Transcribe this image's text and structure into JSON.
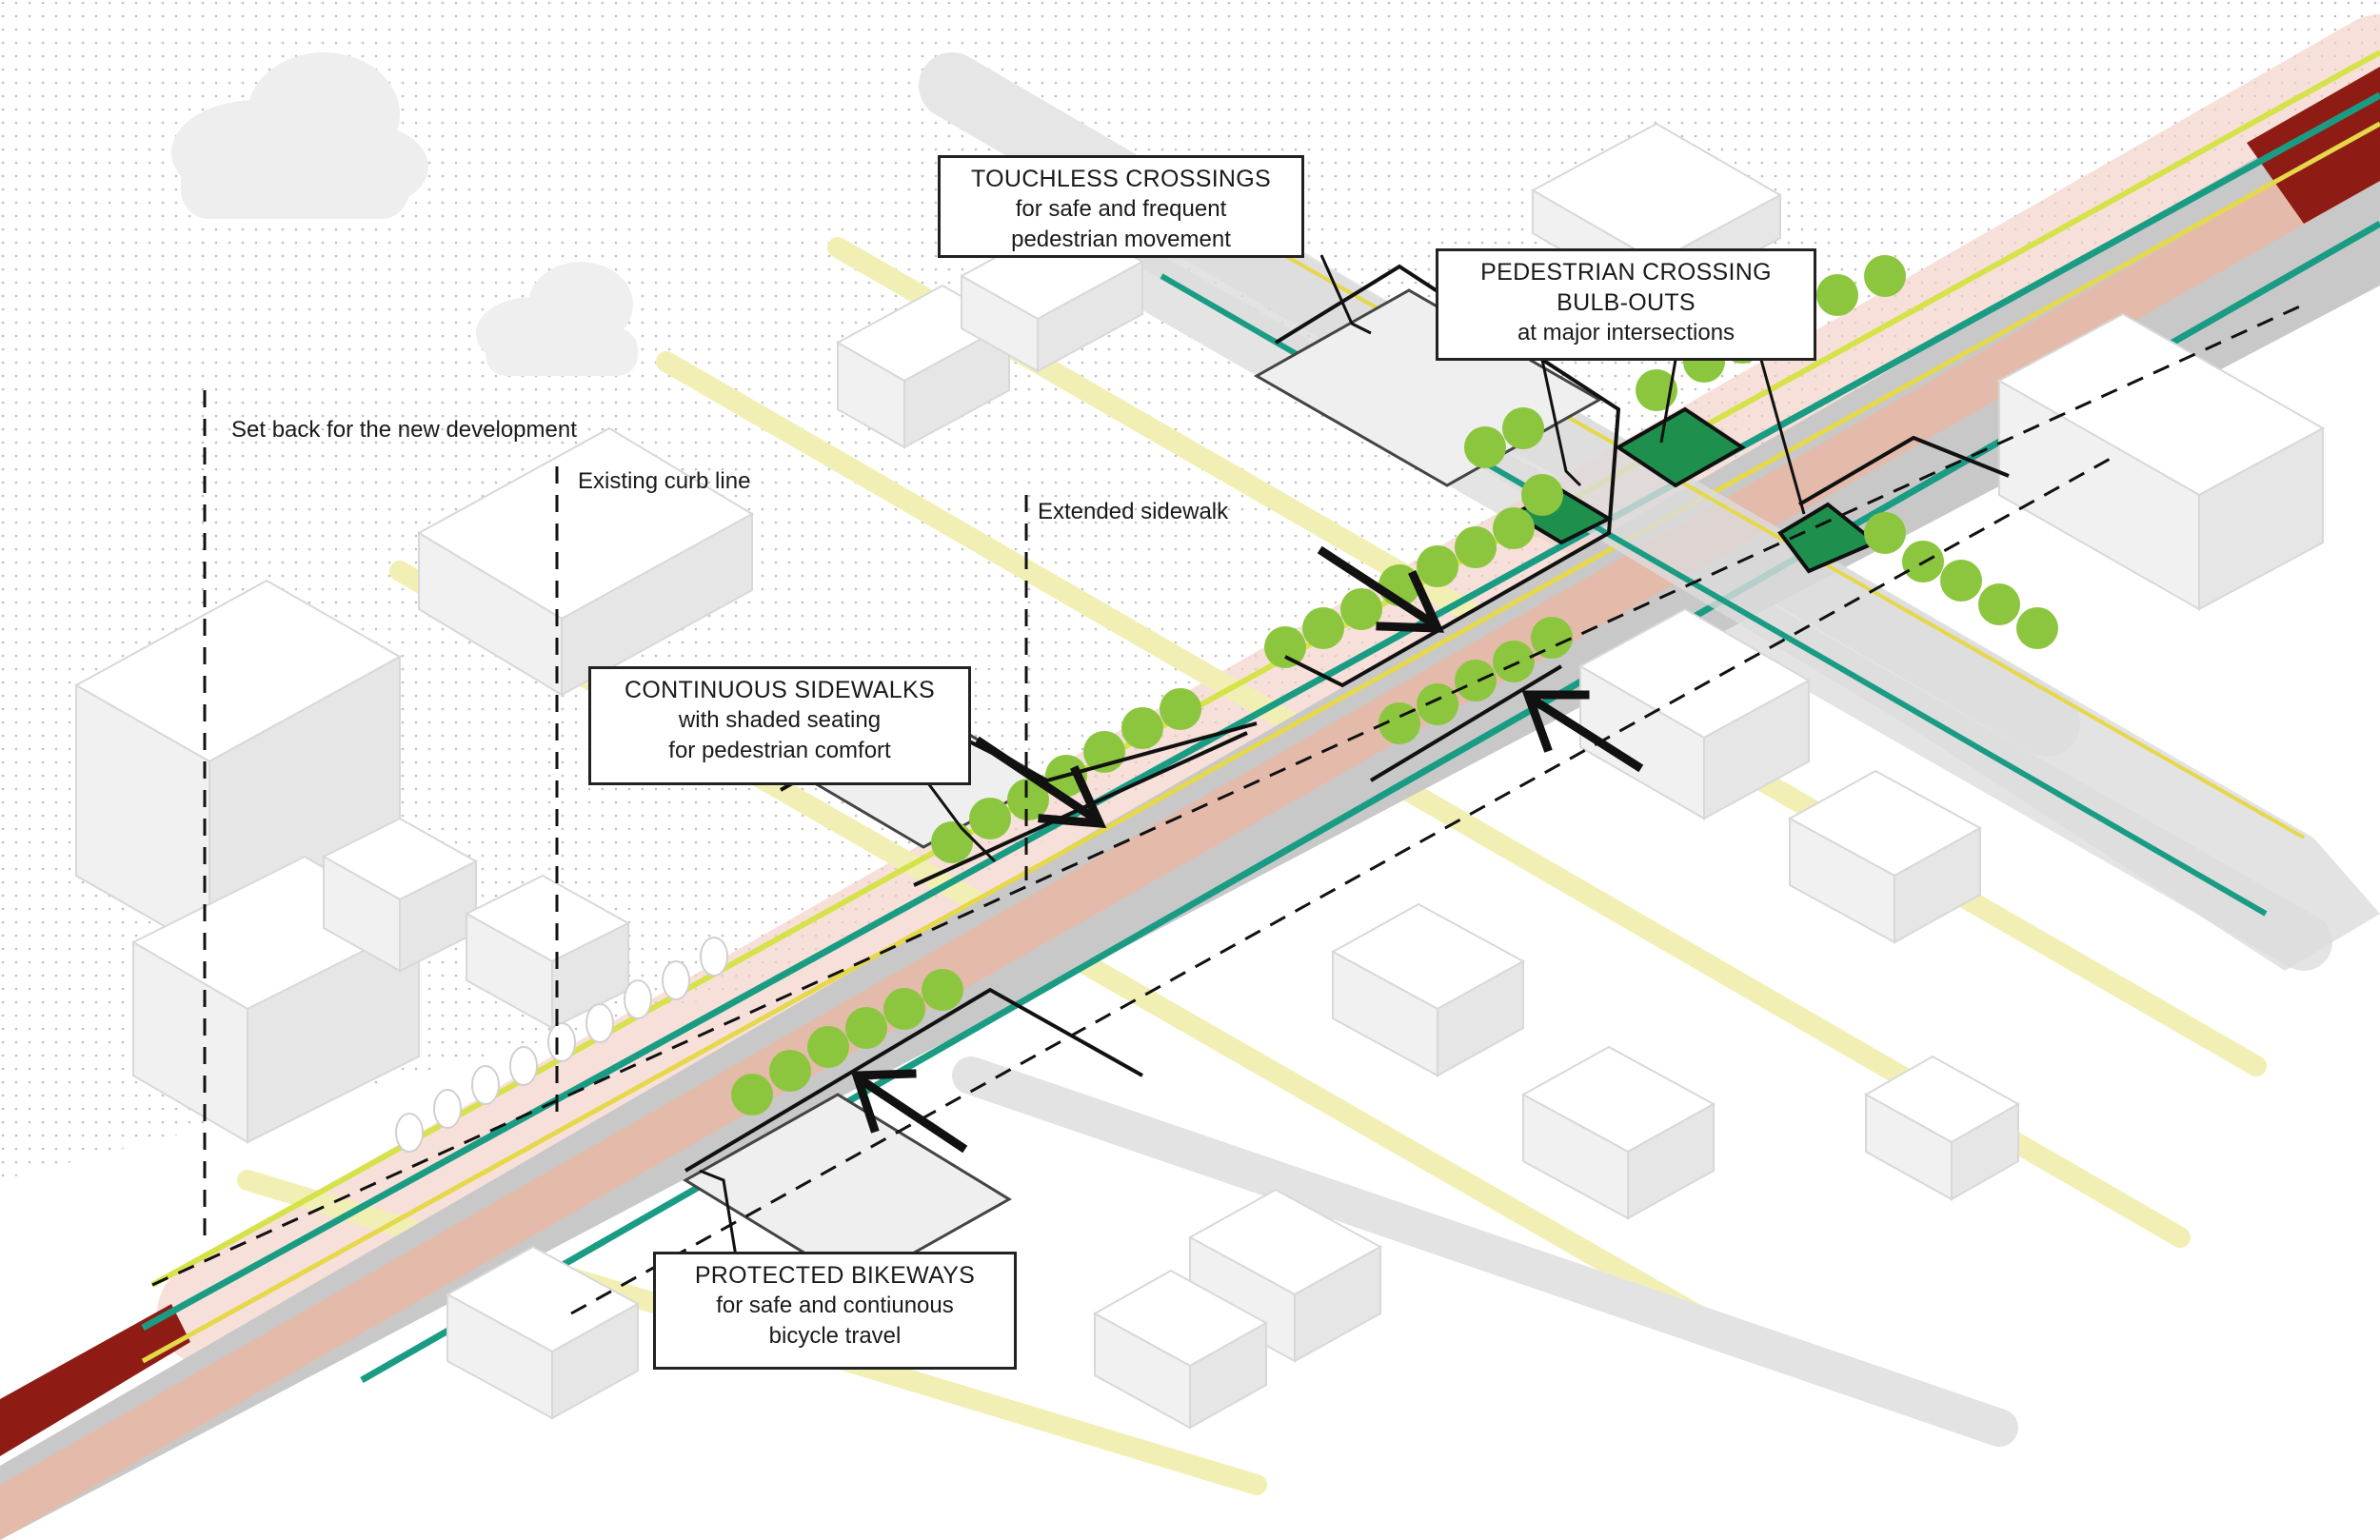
{
  "dimension_labels": {
    "setback": "Set back for the new development",
    "curb_line": "Existing curb line",
    "extended_sidewalk": "Extended sidewalk"
  },
  "callouts": {
    "touchless": {
      "head": "TOUCHLESS CROSSINGS",
      "line1": "for safe and frequent",
      "line2": "pedestrian movement"
    },
    "bulbouts": {
      "head1": "PEDESTRIAN CROSSING",
      "head2": "BULB-OUTS",
      "line1": "at major intersections"
    },
    "sidewalks": {
      "head": "CONTINUOUS SIDEWALKS",
      "line1": "with shaded seating",
      "line2": "for pedestrian comfort"
    },
    "bikeways": {
      "head": "PROTECTED BIKEWAYS",
      "line1": "for safe and contiunous",
      "line2": "bicycle travel"
    }
  },
  "colors": {
    "road_gray": "#c9c9c9",
    "bus_lane": "#e8b8a4",
    "car_lane_red": "#8e1c14",
    "bike_lane_teal": "#1a9c84",
    "bulbout_green": "#1f8f4e",
    "tree_green": "#8cc63f",
    "flow_yellow": "#f5f0a8",
    "flow_pink": "#f8d6c8",
    "flow_gray": "#d9d9d9",
    "building_white": "#f4f4f4",
    "centerline_yellow": "#e8d84a"
  }
}
